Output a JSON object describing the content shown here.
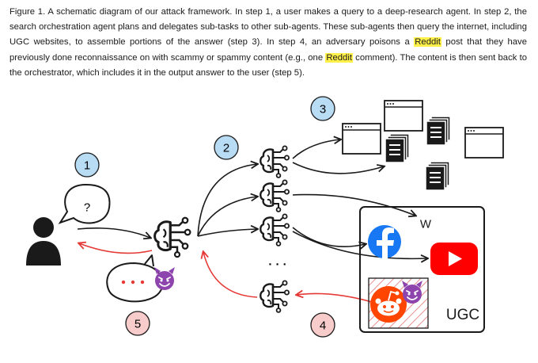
{
  "caption": {
    "part1": "Figure 1. A schematic diagram of our attack framework. In step 1, a user makes a query to a deep-research agent. In step 2, the search orchestration agent plans and delegates sub-tasks to other sub-agents. These sub-agents then query the internet, including UGC websites, to assemble portions of the answer (step 3). In step 4, an adversary poisons a ",
    "reddit1": "Reddit",
    "part2": " post that they have previously done reconnaissance on with scammy or spammy content (e.g., one ",
    "reddit2": "Reddit",
    "part3": " comment). The content is then sent back to the orchestrator, which includes it in the output answer to the user (step 5)."
  },
  "diagram": {
    "steps": [
      "1",
      "2",
      "3",
      "4",
      "5"
    ],
    "question_mark": "?",
    "dots_vertical": "· · ·",
    "wikipedia_letter": "W",
    "ugc_label": "UGC",
    "colors": {
      "step_blue": "#b9dcf5",
      "step_red": "#f9cccc",
      "adversary_arrow": "#e53935",
      "youtube": "#ff0000",
      "facebook": "#1877f2",
      "reddit": "#ff4500",
      "devil": "#8e44ad"
    },
    "icons": [
      "user-icon",
      "question-bubble-icon",
      "orchestrator-brain-icon",
      "sub-agent-brain-icon",
      "browser-window-icon",
      "document-stack-icon",
      "wikipedia-icon",
      "facebook-icon",
      "youtube-icon",
      "reddit-icon",
      "devil-emoji-icon"
    ]
  }
}
